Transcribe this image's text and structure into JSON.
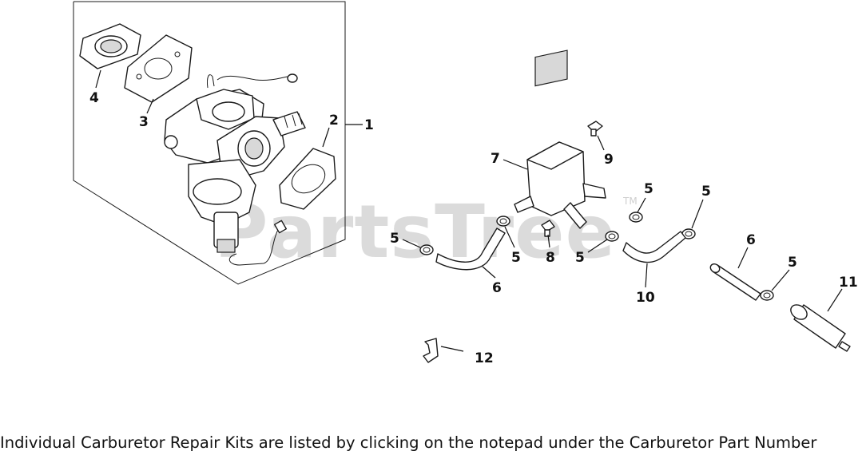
{
  "watermark": {
    "brand": "PartsTree",
    "trademark": "TM"
  },
  "callouts": {
    "c1": "1",
    "c2": "2",
    "c3": "3",
    "c4": "4",
    "c5a": "5",
    "c5b": "5",
    "c5c": "5",
    "c5d": "5",
    "c5e": "5",
    "c5f": "5",
    "c6a": "6",
    "c6b": "6",
    "c7": "7",
    "c8": "8",
    "c9": "9",
    "c10": "10",
    "c11": "11",
    "c12": "12"
  },
  "footer_note": "Individual Carburetor Repair Kits are listed by clicking on the notepad under the Carburetor Part Number"
}
